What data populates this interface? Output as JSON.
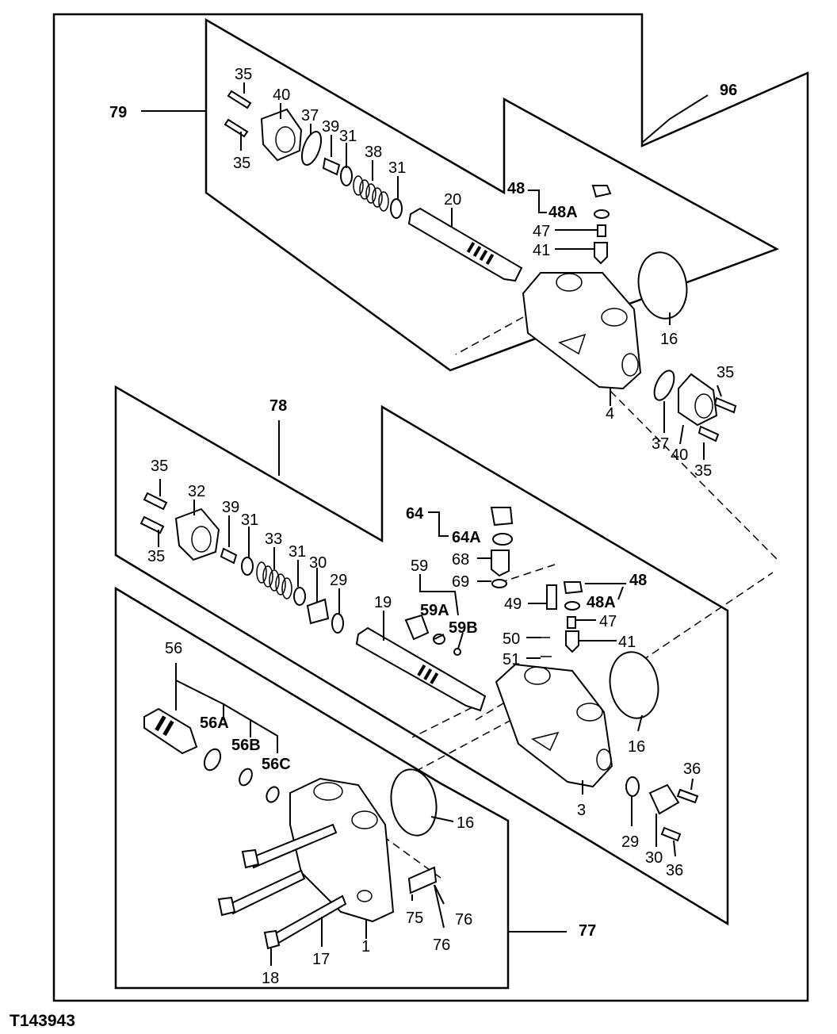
{
  "figure_id": "T143943",
  "callouts": {
    "c96": "96",
    "c79": "79",
    "c78": "78",
    "c77": "77",
    "c35a": "35",
    "c40a": "40",
    "c37a": "37",
    "c39a": "39",
    "c31a": "31",
    "c38": "38",
    "c31b": "31",
    "c35b": "35",
    "c20": "20",
    "c48a": "48",
    "c48Aa": "48A",
    "c47a": "47",
    "c41a": "41",
    "c16a": "16",
    "c35c": "35",
    "c4": "4",
    "c37b": "37",
    "c40b": "40",
    "c35d": "35",
    "c35e": "35",
    "c32": "32",
    "c35f": "35",
    "c39b": "39",
    "c31c": "31",
    "c33": "33",
    "c31d": "31",
    "c30a": "30",
    "c29a": "29",
    "c19": "19",
    "c64": "64",
    "c64A": "64A",
    "c68": "68",
    "c69": "69",
    "c59": "59",
    "c59A": "59A",
    "c59B": "59B",
    "c49": "49",
    "c48b": "48",
    "c48Ab": "48A",
    "c47b": "47",
    "c41b": "41",
    "c50": "50",
    "c51": "51",
    "c16b": "16",
    "c3": "3",
    "c36a": "36",
    "c29b": "29",
    "c30b": "30",
    "c36b": "36",
    "c56": "56",
    "c56A": "56A",
    "c56B": "56B",
    "c56C": "56C",
    "c16c": "16",
    "c75": "75",
    "c76a": "76",
    "c76b": "76",
    "c1": "1",
    "c17": "17",
    "c18": "18"
  }
}
